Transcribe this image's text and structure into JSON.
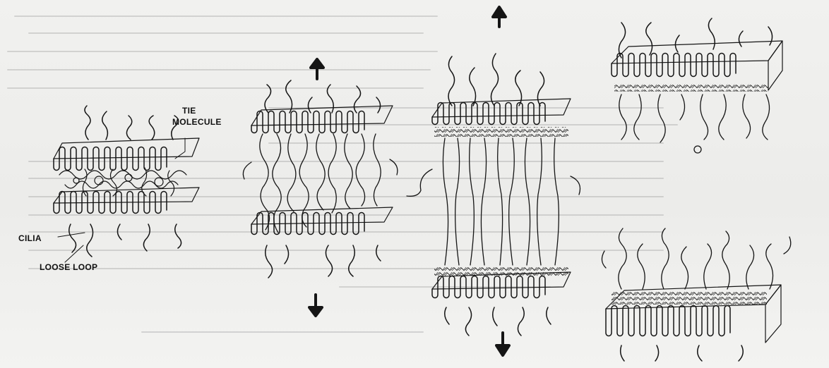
{
  "labels": {
    "tie": "TIE",
    "molecule": "MOLECULE",
    "cilia": "CILIA",
    "loose_loop": "LOOSE LOOP"
  },
  "colors": {
    "ink": "#151515",
    "paper": "#efefed"
  }
}
